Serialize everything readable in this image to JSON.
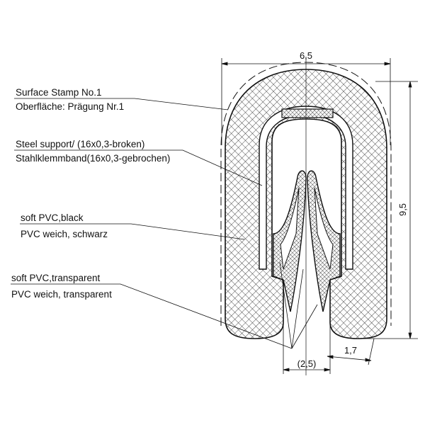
{
  "labels": {
    "surface_en": "Surface Stamp No.1",
    "surface_de": "Oberfläche: Prägung Nr.1",
    "steel_en": "Steel support/ (16x0,3-broken)",
    "steel_de": "Stahlklemmband(16x0,3-gebrochen)",
    "pvc_black_en": "soft PVC,black",
    "pvc_black_de": "PVC weich, schwarz",
    "pvc_transparent_en": "soft PVC,transparent",
    "pvc_transparent_de": "PVC weich, transparent"
  },
  "dimensions": {
    "width": "6,5",
    "height": "9,5",
    "opening": "(2,5)",
    "leg": "1,7"
  },
  "colors": {
    "line": "#111111",
    "background": "#ffffff"
  }
}
